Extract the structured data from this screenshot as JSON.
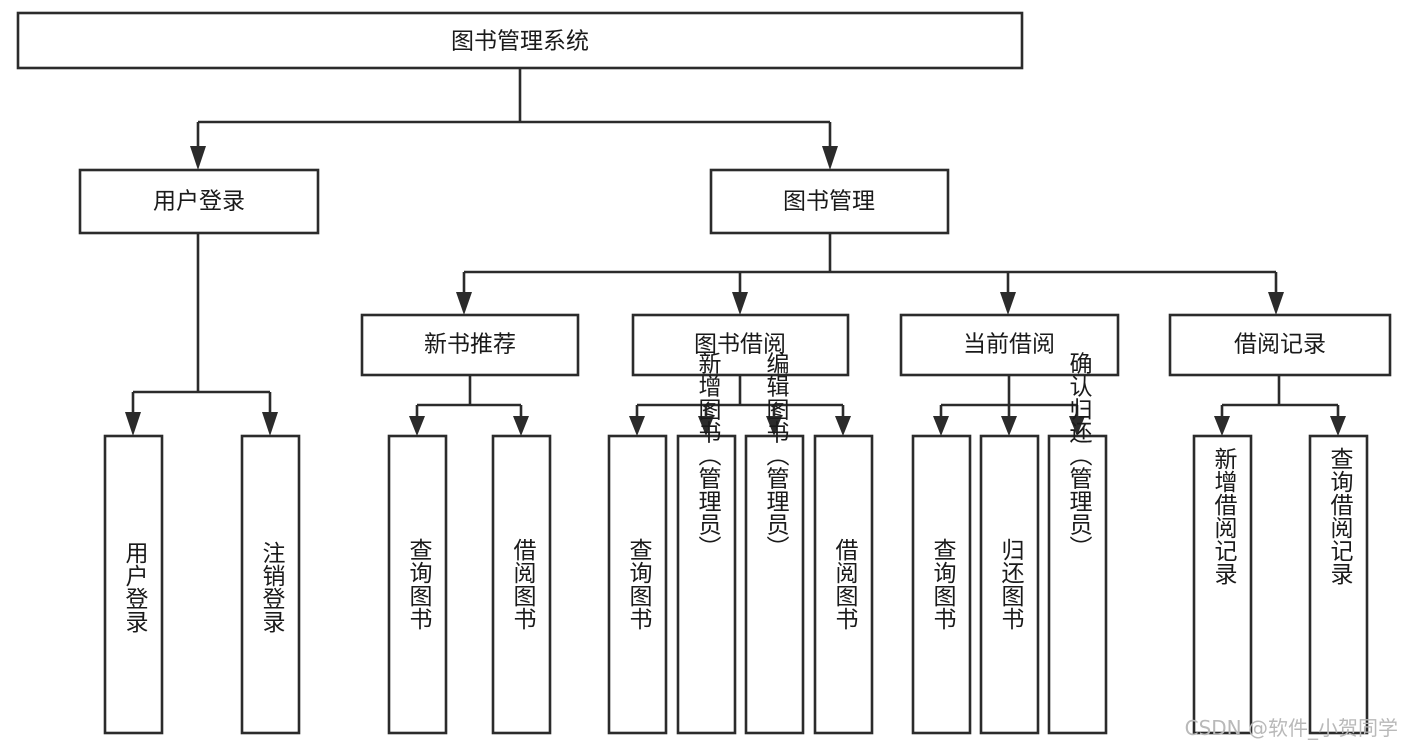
{
  "diagram": {
    "type": "tree-hierarchy-flowchart",
    "title": "图书管理系统",
    "orientation": "top-down",
    "colors": {
      "background": "#ffffff",
      "box_fill": "#ffffff",
      "box_stroke": "#2b2b2b",
      "connector": "#2b2b2b",
      "label_text": "#1a1a1a",
      "watermark": "#b9b9b9"
    },
    "levels": {
      "root": "图书管理系统",
      "level2": [
        "用户登录",
        "图书管理"
      ],
      "level3": [
        "新书推荐",
        "图书借阅",
        "当前借阅",
        "借阅记录"
      ],
      "level4_groups": [
        {
          "parent": "用户登录",
          "children": [
            "用户登录",
            "注销登录"
          ]
        },
        {
          "parent": "新书推荐",
          "children": [
            "查询图书",
            "借阅图书"
          ]
        },
        {
          "parent": "图书借阅",
          "children": [
            "查询图书",
            "新增图书（管理员）",
            "编辑图书（管理员）",
            "借阅图书"
          ]
        },
        {
          "parent": "当前借阅",
          "children": [
            "查询图书",
            "归还图书",
            "确认归还（管理员）"
          ]
        },
        {
          "parent": "借阅记录",
          "children": [
            "新增借阅记录",
            "查询借阅记录"
          ]
        }
      ]
    },
    "nodes": {
      "root": {
        "label": "图书管理系统"
      },
      "user_login": {
        "label": "用户登录"
      },
      "book_manage": {
        "label": "图书管理"
      },
      "new_book_rec": {
        "label": "新书推荐"
      },
      "book_borrow": {
        "label": "图书借阅"
      },
      "current_borrow": {
        "label": "当前借阅"
      },
      "borrow_record": {
        "label": "借阅记录"
      },
      "leaf_user_login": {
        "label": "用户登录"
      },
      "leaf_logout": {
        "label": "注销登录"
      },
      "leaf_query_book_a": {
        "label": "查询图书"
      },
      "leaf_borrow_book_a": {
        "label": "借阅图书"
      },
      "leaf_query_book_b": {
        "label": "查询图书"
      },
      "leaf_add_book": {
        "label": "新增图书（管理员）"
      },
      "leaf_edit_book": {
        "label": "编辑图书（管理员）"
      },
      "leaf_borrow_book_b": {
        "label": "借阅图书"
      },
      "leaf_query_book_c": {
        "label": "查询图书"
      },
      "leaf_return_book": {
        "label": "归还图书"
      },
      "leaf_confirm_return": {
        "label": "确认归还（管理员）"
      },
      "leaf_add_record": {
        "label": "新增借阅记录"
      },
      "leaf_query_record": {
        "label": "查询借阅记录"
      }
    },
    "watermark": "CSDN @软件_小贺同学"
  }
}
